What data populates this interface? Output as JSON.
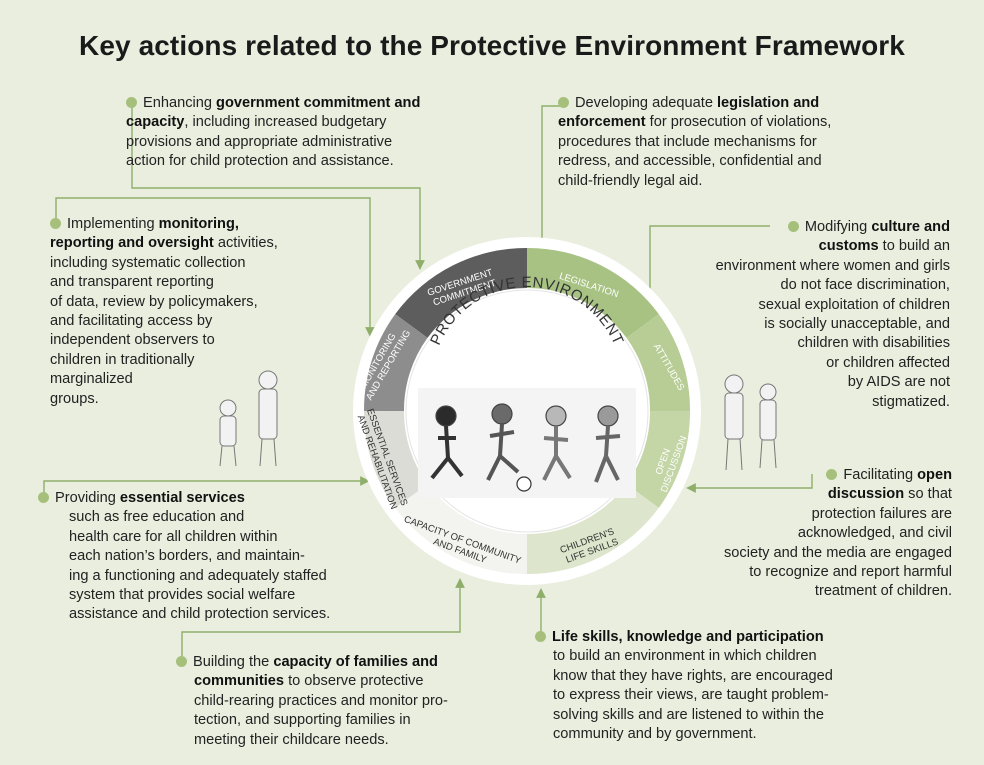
{
  "title": "Key actions related to the Protective Environment Framework",
  "center_label": "PROTECTIVE ENVIRONMENT",
  "colors": {
    "background": "#e9eedf",
    "dark_segment": "#5d5d5d",
    "mid_gray_segment": "#8d8d8d",
    "light_segment": "#f3f3ef",
    "green_segment": "#a7c283",
    "green_light": "#b8cd95",
    "connector": "#8fae6a",
    "bullet": "#a6c07c"
  },
  "segments": {
    "government": [
      "GOVERNMENT",
      "COMMITMENT"
    ],
    "legislation": [
      "LEGISLATION"
    ],
    "attitudes": [
      "ATTITUDES"
    ],
    "open_discussion": [
      "OPEN",
      "DISCUSSION"
    ],
    "life_skills": [
      "CHILDREN'S",
      "LIFE SKILLS"
    ],
    "community": [
      "CAPACITY OF COMMUNITY",
      "AND FAMILY"
    ],
    "services": [
      "ESSENTIAL SERVICES",
      "AND REHABILITATION"
    ],
    "monitoring": [
      "MONITORING",
      "AND REPORTING"
    ]
  },
  "blocks": {
    "government": {
      "lines": [
        [
          "Enhancing ",
          "government commitment and"
        ],
        [
          "",
          "capacity",
          ", including increased budgetary"
        ],
        [
          "provisions and appropriate administrative"
        ],
        [
          "action for child protection and assistance."
        ]
      ]
    },
    "legislation": {
      "lines": [
        [
          "Developing adequate ",
          "legislation and"
        ],
        [
          "",
          "enforcement",
          " for prosecution of violations,"
        ],
        [
          "procedures that include mechanisms for"
        ],
        [
          "redress, and accessible, confidential and"
        ],
        [
          "child-friendly legal aid."
        ]
      ]
    },
    "monitoring": {
      "lines": [
        [
          "Implementing ",
          "monitoring,"
        ],
        [
          "",
          "reporting and oversight",
          " activities,"
        ],
        [
          "including systematic collection"
        ],
        [
          "and transparent reporting"
        ],
        [
          "of data, review by policymakers,"
        ],
        [
          "and facilitating access by"
        ],
        [
          "independent observers to"
        ],
        [
          "children in traditionally"
        ],
        [
          "marginalized"
        ],
        [
          "groups."
        ]
      ]
    },
    "culture": {
      "lines": [
        [
          "Modifying ",
          "culture and"
        ],
        [
          "",
          "customs",
          " to build an"
        ],
        [
          "environment where women and girls"
        ],
        [
          "do not face discrimination,"
        ],
        [
          "sexual exploitation of children"
        ],
        [
          "is socially unacceptable, and"
        ],
        [
          "children with disabilities"
        ],
        [
          "or children affected"
        ],
        [
          "by AIDS are not"
        ],
        [
          "stigmatized."
        ]
      ]
    },
    "services": {
      "lines": [
        [
          "Providing ",
          "essential services"
        ],
        [
          "such as free education and"
        ],
        [
          "health care for all children within"
        ],
        [
          "each nation’s borders, and maintain-"
        ],
        [
          "ing a functioning and adequately staffed"
        ],
        [
          "system that provides social welfare"
        ],
        [
          "assistance and child protection services."
        ]
      ]
    },
    "open_discussion": {
      "lines": [
        [
          "Facilitating ",
          "open"
        ],
        [
          "",
          "discussion",
          " so that"
        ],
        [
          "protection failures are"
        ],
        [
          "acknowledged, and civil"
        ],
        [
          "society and the media are engaged"
        ],
        [
          "to recognize and report harmful"
        ],
        [
          "treatment of children."
        ]
      ]
    },
    "families": {
      "lines": [
        [
          "Building the ",
          "capacity of families and"
        ],
        [
          "",
          "communities",
          " to observe protective"
        ],
        [
          "child-rearing practices and monitor pro-"
        ],
        [
          "tection, and supporting families in"
        ],
        [
          "meeting their childcare needs."
        ]
      ]
    },
    "life_skills": {
      "lines": [
        [
          "",
          "Life skills, knowledge and participation"
        ],
        [
          "to build an environment in which children"
        ],
        [
          "know that they have rights, are encouraged"
        ],
        [
          "to express their views, are taught problem-"
        ],
        [
          "solving skills and are listened to within the"
        ],
        [
          "community and by government."
        ]
      ]
    }
  }
}
